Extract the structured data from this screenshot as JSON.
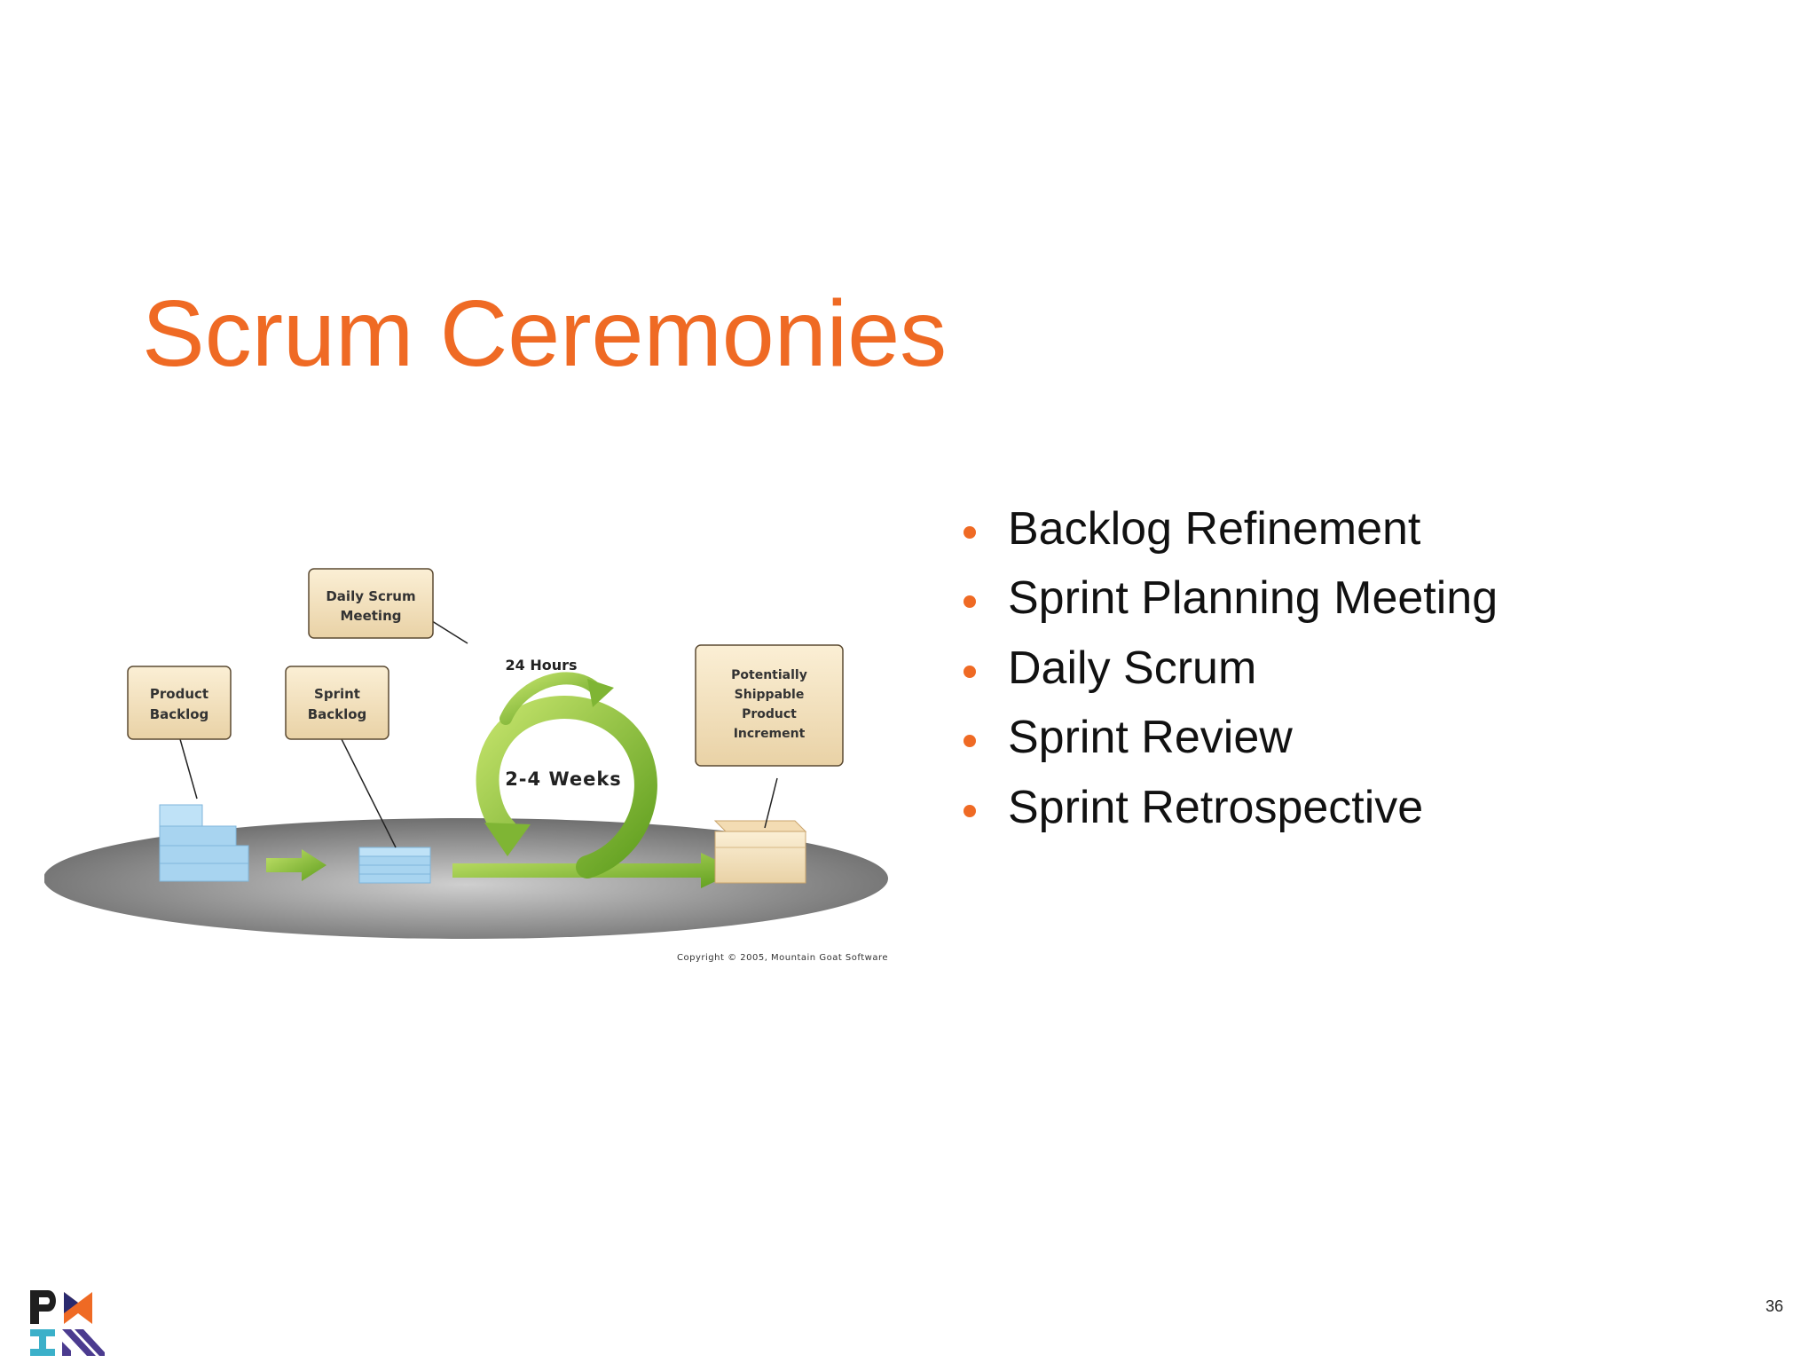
{
  "slide": {
    "title": "Scrum Ceremonies",
    "bullets": [
      "Backlog Refinement",
      "Sprint Planning Meeting",
      "Daily Scrum",
      "Sprint Review",
      "Sprint Retrospective"
    ],
    "page_number": "36"
  },
  "diagram": {
    "labels": {
      "daily_scrum": [
        "Daily Scrum",
        "Meeting"
      ],
      "product_backlog": [
        "Product",
        "Backlog"
      ],
      "sprint_backlog": [
        "Sprint",
        "Backlog"
      ],
      "increment": [
        "Potentially",
        "Shippable",
        "Product",
        "Increment"
      ],
      "hours": "24 Hours",
      "weeks": "2-4 Weeks",
      "copyright": "Copyright © 2005, Mountain Goat Software"
    }
  },
  "logo": {
    "name": "pmi-logo"
  },
  "colors": {
    "accent": "#ef6a24",
    "text": "#111111",
    "arrow_green": "#8cc63f",
    "label_box": "#f7e6c4",
    "platform_gray": "#8c8c8c",
    "backlog_blue": "#a8d4f0",
    "logo_teal": "#3bb0c9",
    "logo_purple": "#4b3b8f",
    "logo_orange": "#ef6a24"
  }
}
